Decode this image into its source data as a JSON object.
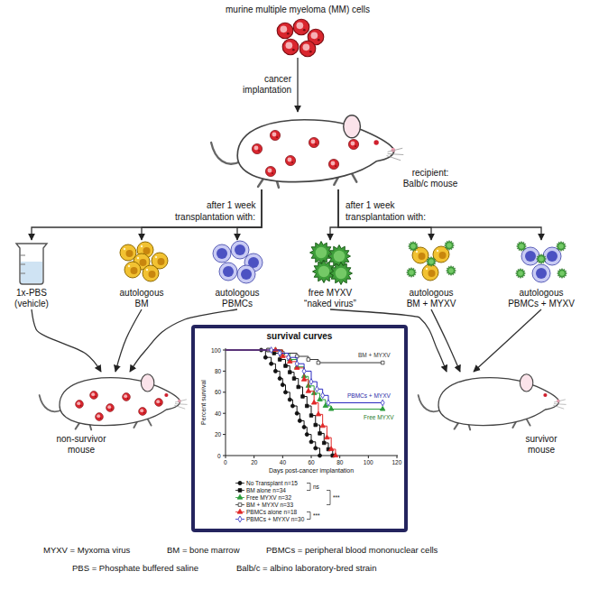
{
  "diagram": {
    "nodes": [
      {
        "text": [
          "murine multiple myeloma (MM) cells"
        ]
      },
      {
        "text": [
          "recipient: Balb/c mouse"
        ]
      },
      {
        "text": [
          "1x-PBS (vehicle)"
        ]
      },
      {
        "text": [
          "autologous BM"
        ]
      },
      {
        "text": [
          "autologous PBMCs"
        ]
      },
      {
        "text": [
          "free MYXV “naked virus”"
        ]
      },
      {
        "text": [
          "autologous BM + MYXV"
        ]
      },
      {
        "text": [
          "autologous PBMCs + MYXV"
        ]
      },
      {
        "text": [
          "non-survivor mouse"
        ]
      },
      {
        "text": [
          "survival curves"
        ]
      },
      {
        "text": [
          "survivor mouse"
        ]
      }
    ],
    "edges": [
      {
        "from": 0,
        "to": 1,
        "label": "cancer implantation",
        "arrow": "to"
      },
      {
        "from": 1,
        "to": 2,
        "arrow": "to"
      },
      {
        "from": 1,
        "to": 3,
        "arrow": "to"
      },
      {
        "from": 1,
        "to": 4,
        "arrow": "to"
      },
      {
        "from": 1,
        "to": 5,
        "arrow": "to"
      },
      {
        "from": 1,
        "to": 6,
        "arrow": "to"
      },
      {
        "from": 1,
        "to": 7,
        "arrow": "to"
      },
      {
        "from": 2,
        "to": 8,
        "arrow": "to"
      },
      {
        "from": 3,
        "to": 8,
        "arrow": "to"
      },
      {
        "from": 4,
        "to": 8,
        "arrow": "to"
      },
      {
        "from": 5,
        "to": 10,
        "arrow": "to"
      },
      {
        "from": 6,
        "to": 10,
        "arrow": "to"
      },
      {
        "from": 7,
        "to": 10,
        "arrow": "to"
      }
    ],
    "labels": [
      "after 1 week",
      "transplantation with:",
      "after 1 week",
      "transplantation with:",
      "Percent survival",
      "100",
      "80",
      "60",
      "40",
      "20",
      "0",
      "0",
      "20",
      "40",
      "60",
      "80",
      "100",
      "120",
      "Days post-cancer implantation",
      "BM + MYXV",
      "PBMCs + MYXV",
      "Free MYXV",
      "ns",
      "***",
      "***",
      "MYXV = Myxoma virus",
      "BM = bone marrow",
      "PBMCs = peripheral blood mononuclear cells",
      "PBS = Phosphate buffered saline",
      "Balb/c = albino laboratory-bred strain"
    ],
    "legend": [
      {
        "text": "No Transplant n=15"
      },
      {
        "text": "BM alone n=34"
      },
      {
        "text": "Free MYXV n=32"
      },
      {
        "text": "BM + MYXV n=33"
      },
      {
        "text": "PBMCs alone n=18"
      },
      {
        "text": "PBMCs + MYXV n=30"
      }
    ]
  }
}
